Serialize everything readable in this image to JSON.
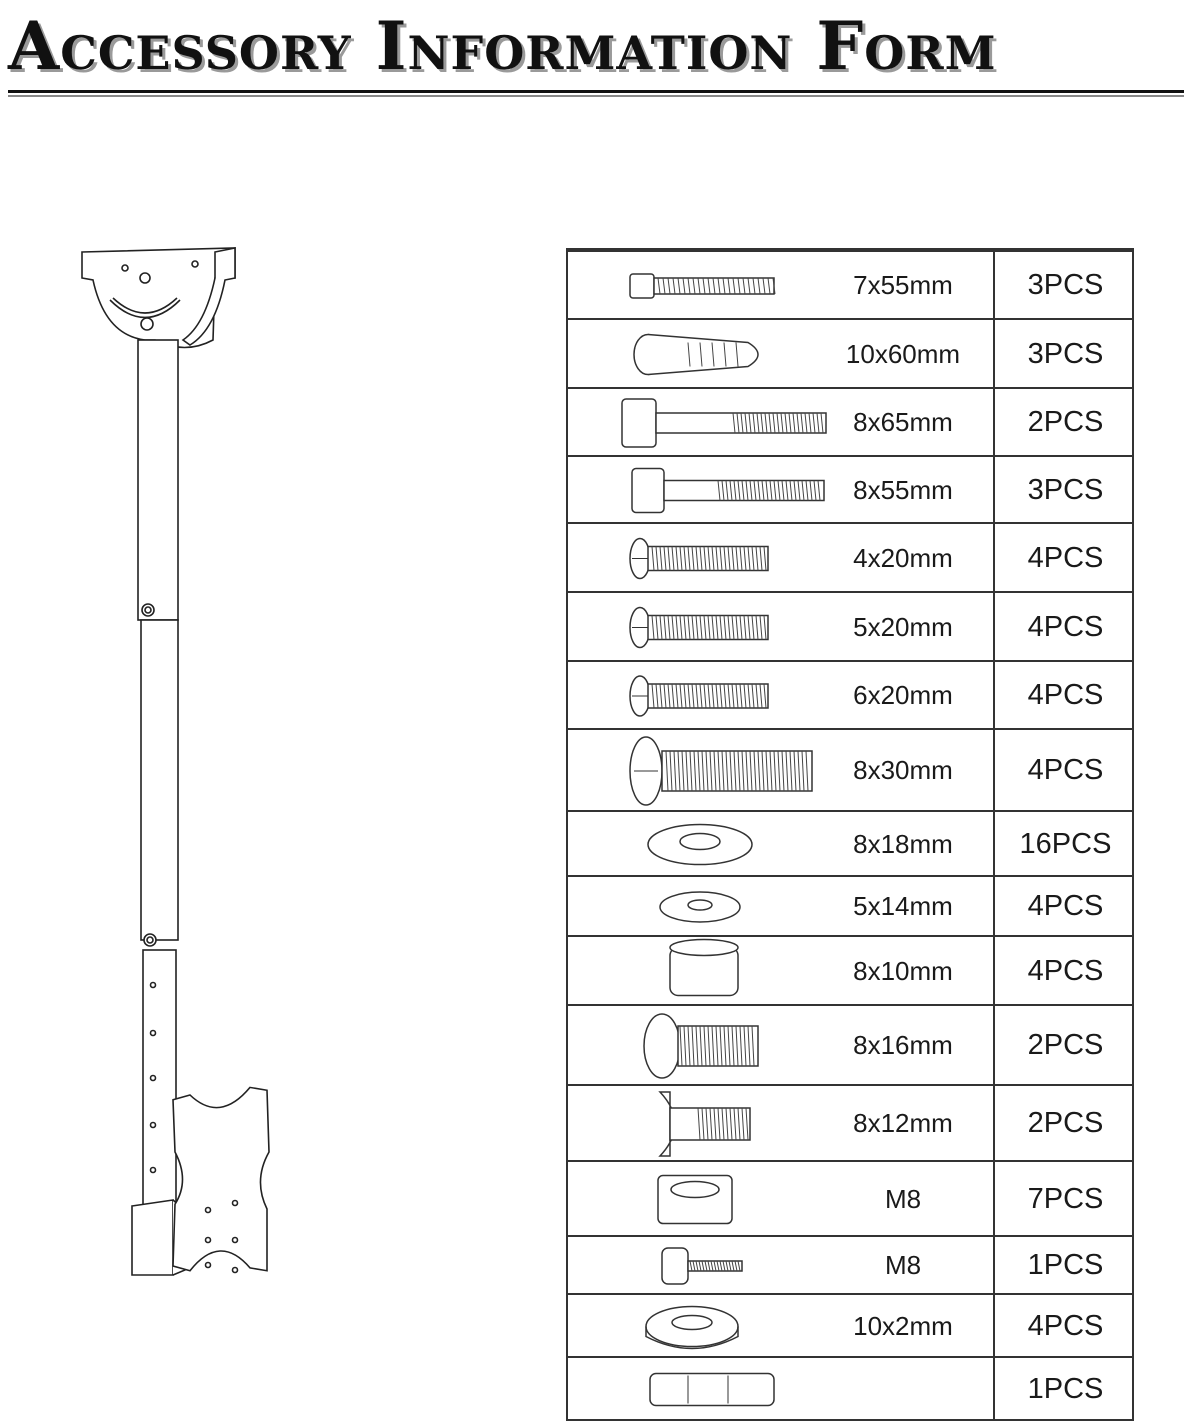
{
  "header": {
    "title": "Accessory Information Form"
  },
  "accessories": [
    {
      "icon": "lag-screw-icon",
      "size": "7x55mm",
      "qty": "3PCS"
    },
    {
      "icon": "wall-anchor-icon",
      "size": "10x60mm",
      "qty": "3PCS"
    },
    {
      "icon": "hex-bolt-long-icon",
      "size": "8x65mm",
      "qty": "2PCS"
    },
    {
      "icon": "hex-bolt-icon",
      "size": "8x55mm",
      "qty": "3PCS"
    },
    {
      "icon": "machine-screw-icon",
      "size": "4x20mm",
      "qty": "4PCS"
    },
    {
      "icon": "machine-screw-icon",
      "size": "5x20mm",
      "qty": "4PCS"
    },
    {
      "icon": "machine-screw-icon",
      "size": "6x20mm",
      "qty": "4PCS"
    },
    {
      "icon": "machine-screw-large-icon",
      "size": "8x30mm",
      "qty": "4PCS"
    },
    {
      "icon": "washer-icon",
      "size": "8x18mm",
      "qty": "16PCS"
    },
    {
      "icon": "washer-small-icon",
      "size": "5x14mm",
      "qty": "4PCS"
    },
    {
      "icon": "spacer-icon",
      "size": "8x10mm",
      "qty": "4PCS"
    },
    {
      "icon": "button-head-bolt-icon",
      "size": "8x16mm",
      "qty": "2PCS"
    },
    {
      "icon": "carriage-bolt-icon",
      "size": "8x12mm",
      "qty": "2PCS"
    },
    {
      "icon": "hex-nut-icon",
      "size": "M8",
      "qty": "7PCS"
    },
    {
      "icon": "thumb-screw-icon",
      "size": "M8",
      "qty": "1PCS"
    },
    {
      "icon": "thick-washer-icon",
      "size": "10x2mm",
      "qty": "4PCS"
    },
    {
      "icon": "cable-clip-icon",
      "size": "",
      "qty": "1PCS"
    }
  ]
}
